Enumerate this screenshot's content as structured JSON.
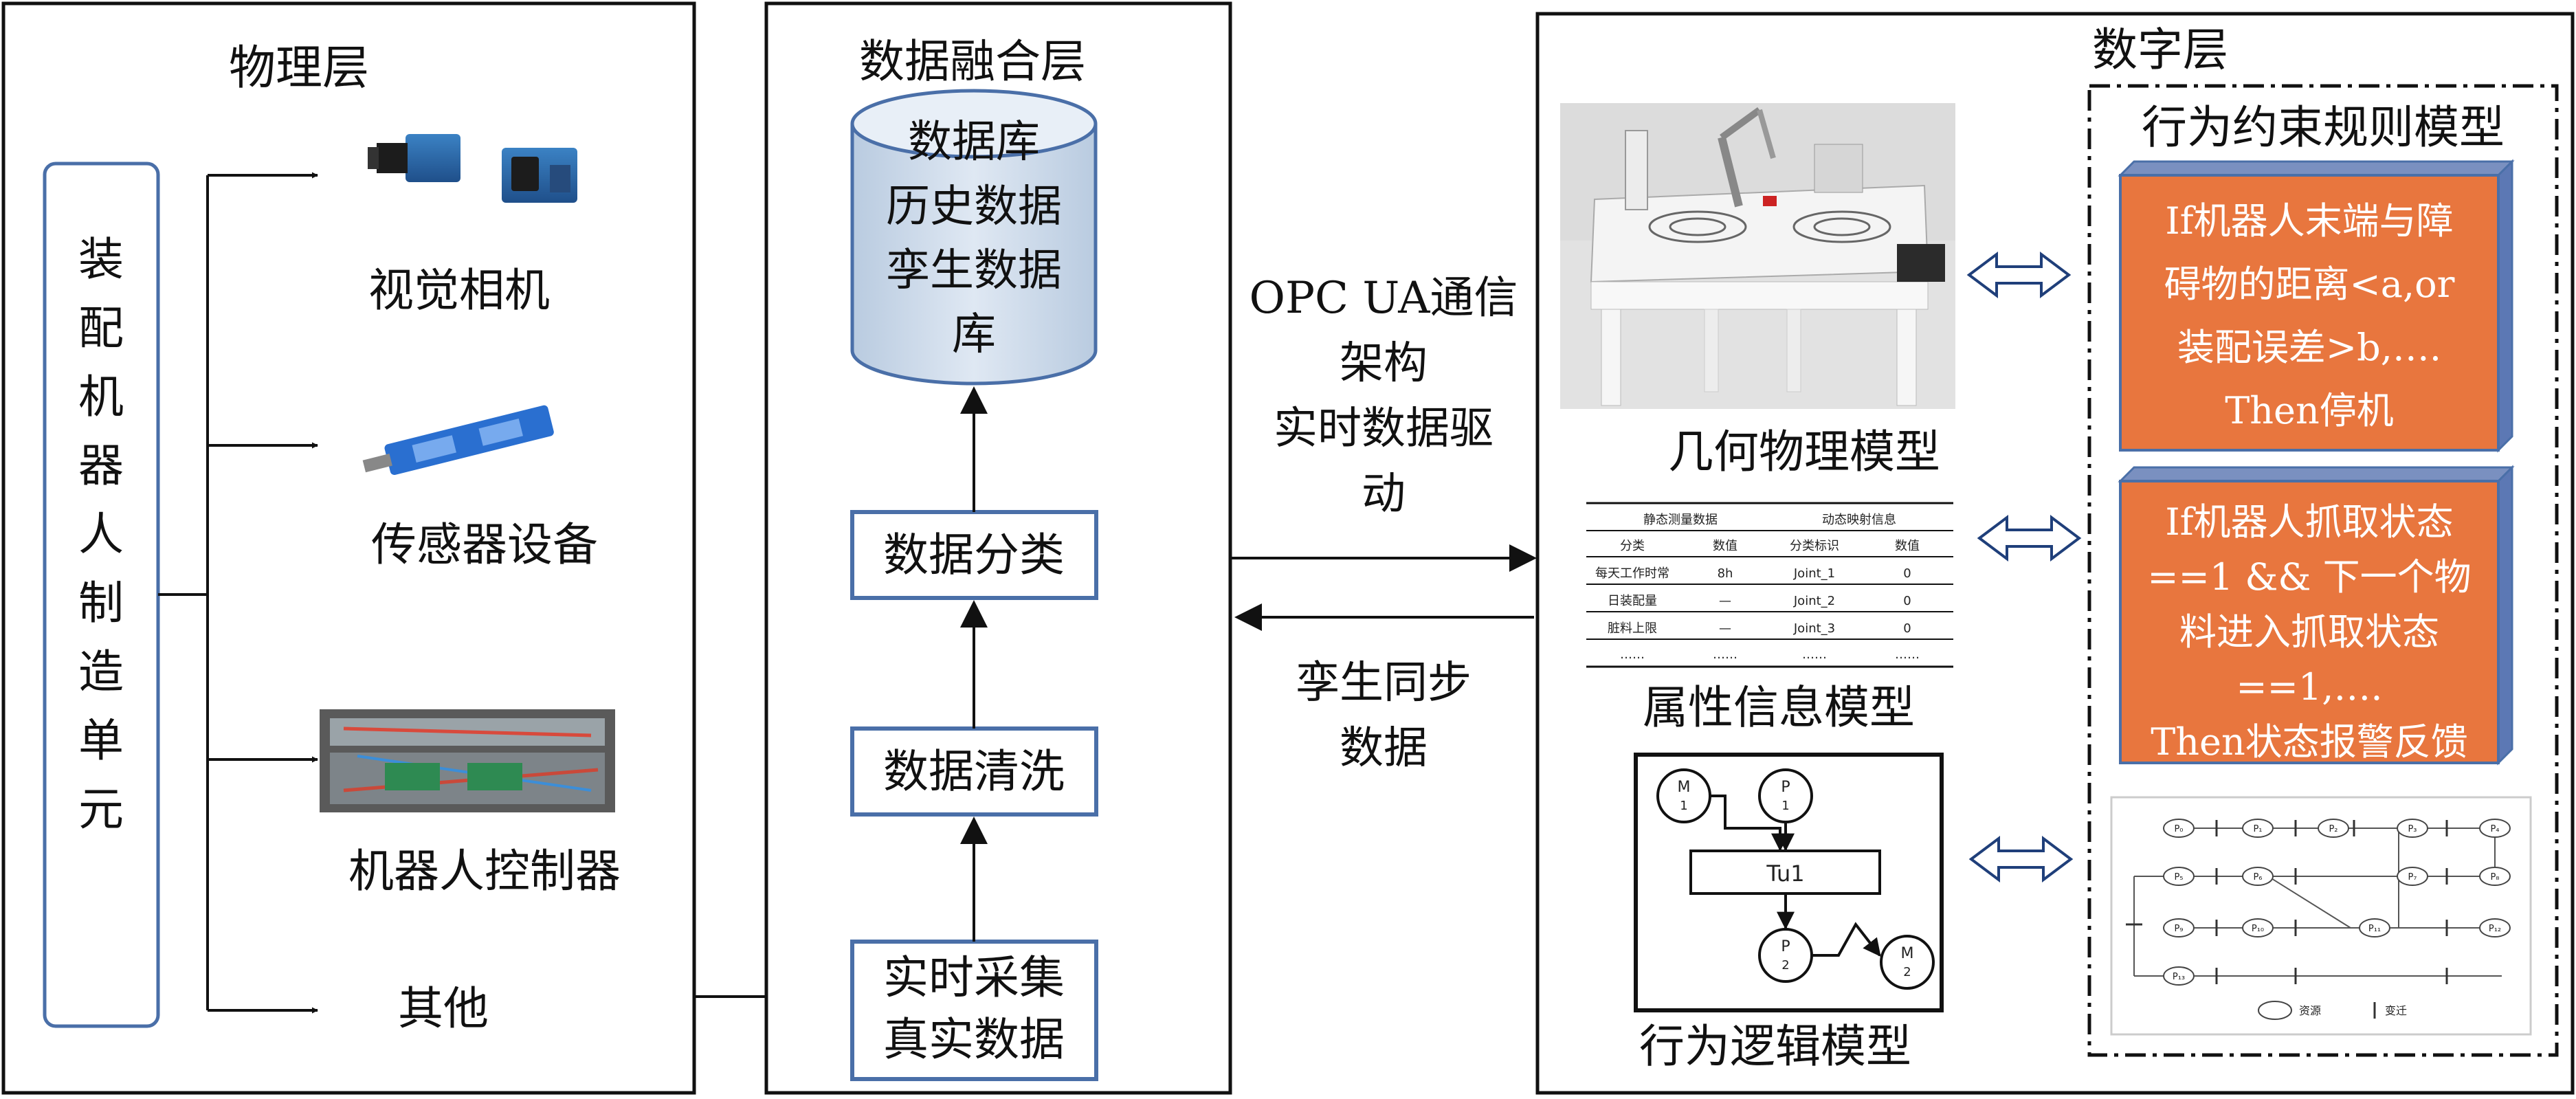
{
  "panels": {
    "physical": {
      "title": "物理层",
      "unit_chars": [
        "装",
        "配",
        "机",
        "器",
        "人",
        "制",
        "造",
        "单",
        "元"
      ],
      "items": [
        {
          "label": "视觉相机",
          "icon": "vision-camera-icon"
        },
        {
          "label": "传感器设备",
          "icon": "sensor-device-icon"
        },
        {
          "label": "机器人控制器",
          "icon": "robot-controller-icon"
        },
        {
          "label": "其他"
        }
      ]
    },
    "fusion": {
      "title": "数据融合层",
      "database_lines": [
        "数据库",
        "历史数据",
        "孪生数据",
        "库"
      ],
      "steps": {
        "classify": "数据分类",
        "clean": "数据清洗",
        "collect": [
          "实时采集",
          "真实数据"
        ]
      }
    },
    "middle": {
      "opc_lines": [
        "OPC UA通信",
        "架构",
        "实时数据驱",
        "动"
      ],
      "sync_lines": [
        "孪生同步",
        "数据"
      ]
    },
    "digital": {
      "title": "数字层",
      "geometry_label": "几何物理模型",
      "attribute_label": "属性信息模型",
      "logic_label": "行为逻辑模型",
      "rules_title": "行为约束规则模型",
      "rule1": [
        "If机器人末端与障",
        "碍物的距离<a,or",
        "装配误差>b,….",
        "Then停机"
      ],
      "rule2": [
        "If机器人抓取状态",
        "==1 && 下一个物",
        "料进入抓取状态",
        "==1,….",
        "Then状态报警反馈"
      ],
      "logic_nodes": {
        "m1": [
          "M",
          "1"
        ],
        "p1": [
          "P",
          "1"
        ],
        "transition": "Tu1",
        "p2": [
          "P",
          "2"
        ],
        "m2": [
          "M",
          "2"
        ]
      },
      "attribute_table": {
        "header_groups": [
          "静态测量数据",
          "动态映射信息"
        ],
        "columns": [
          "分类",
          "数值",
          "分类标识",
          "数值"
        ],
        "rows": [
          [
            "每天工作时常",
            "8h",
            "Joint_1",
            "0"
          ],
          [
            "日装配量",
            "—",
            "Joint_2",
            "0"
          ],
          [
            "脏料上限",
            "—",
            "Joint_3",
            "0"
          ],
          [
            "……",
            "……",
            "……",
            "……"
          ]
        ]
      },
      "petri_places": [
        "P₀",
        "P₁",
        "P₂",
        "P₃",
        "P₄",
        "P₅",
        "P₆",
        "P₇",
        "P₈",
        "P₉",
        "P₁₀",
        "P₁₁",
        "P₁₂",
        "P₁₃"
      ],
      "petri_legend": [
        "资源",
        "变迁"
      ]
    }
  }
}
